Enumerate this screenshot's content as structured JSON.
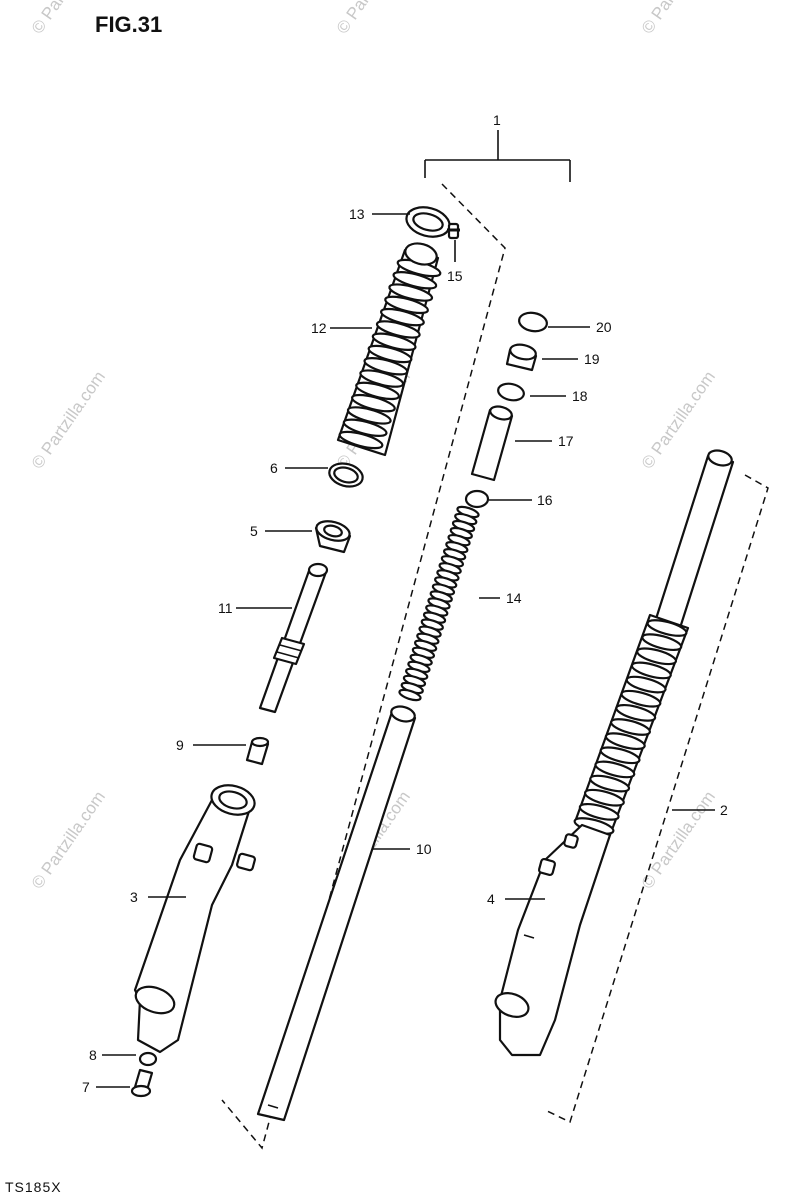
{
  "figure": {
    "title": "FIG.31",
    "model": "TS185X"
  },
  "watermark": "© Partzilla.com",
  "group_label": "1",
  "callouts": [
    "2",
    "3",
    "4",
    "5",
    "6",
    "7",
    "8",
    "9",
    "10",
    "11",
    "12",
    "13",
    "14",
    "15",
    "16",
    "17",
    "18",
    "19",
    "20"
  ]
}
